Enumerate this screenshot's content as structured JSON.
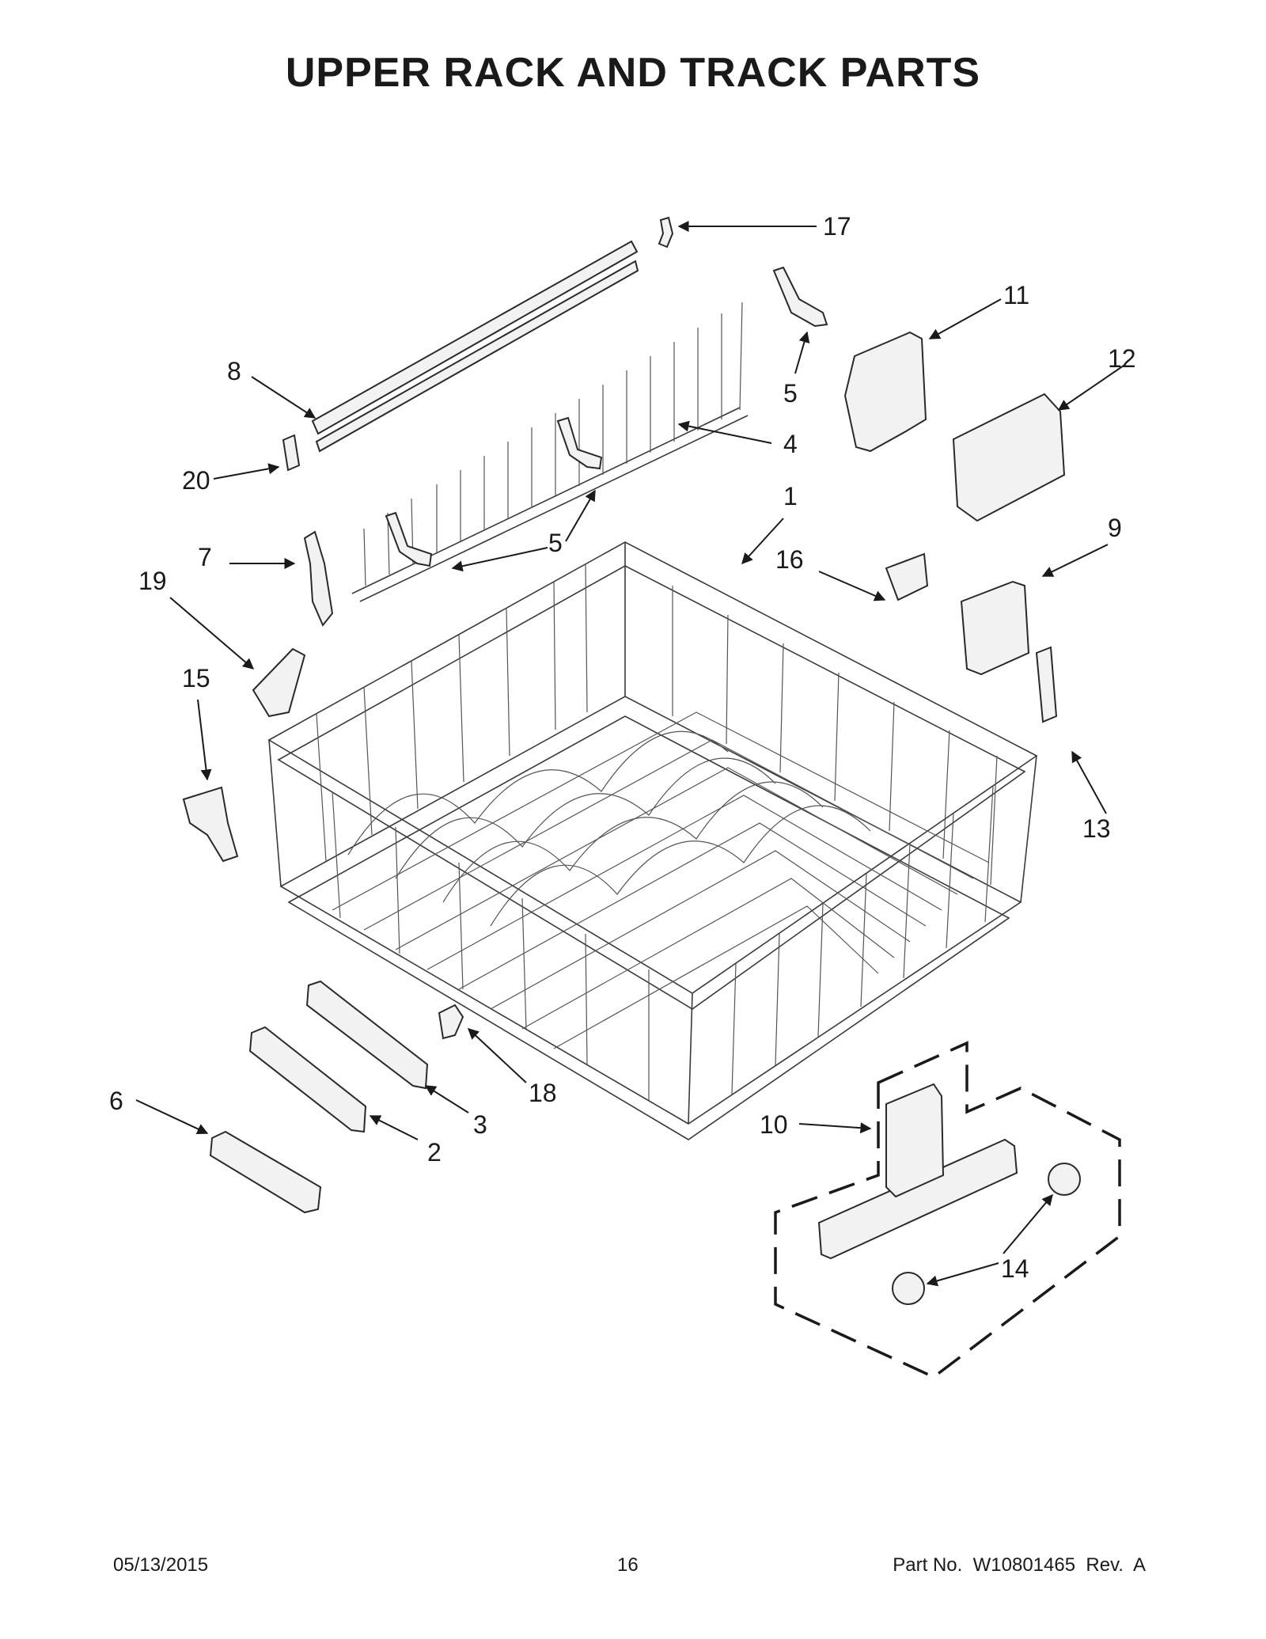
{
  "title": "UPPER RACK AND TRACK PARTS",
  "callouts": {
    "c1": "1",
    "c2": "2",
    "c3": "3",
    "c4": "4",
    "c5a": "5",
    "c5b": "5",
    "c5c": "5",
    "c6": "6",
    "c7": "7",
    "c8": "8",
    "c9": "9",
    "c10": "10",
    "c11": "11",
    "c12": "12",
    "c13": "13",
    "c14": "14",
    "c15": "15",
    "c16": "16",
    "c17": "17",
    "c18": "18",
    "c19": "19",
    "c20": "20"
  },
  "footer": {
    "date": "05/13/2015",
    "page": "16",
    "part_no": "Part No.  W10801465  Rev.  A"
  }
}
